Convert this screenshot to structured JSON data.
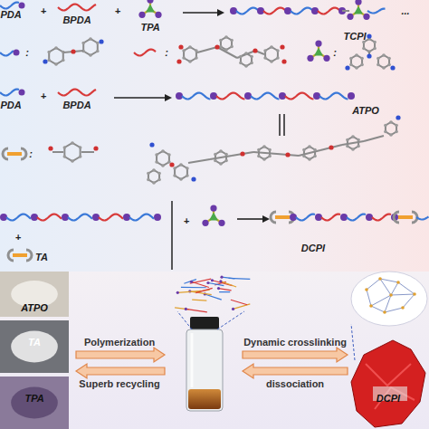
{
  "diagram": {
    "nodes": [
      {
        "text": [
          "ATPO"
        ]
      },
      {
        "text": [
          "TA"
        ]
      },
      {
        "text": [
          "TPA"
        ]
      },
      {
        "text": [
          "DCPI"
        ]
      }
    ],
    "labels": [
      "PDA",
      "+",
      "BPDA",
      "+",
      "TPA",
      "TCPI",
      "...",
      ":",
      ":",
      ":",
      "PDA",
      "+",
      "BPDA",
      "ATPO",
      ":",
      "+",
      "TA",
      "+",
      "DCPI",
      "Polymerization",
      "Superb recycling",
      "Dynamic crosslinking",
      "dissociation"
    ]
  }
}
